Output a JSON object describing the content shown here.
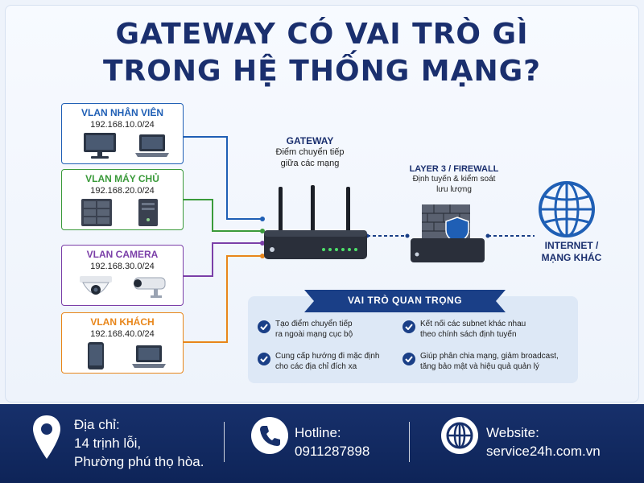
{
  "title": {
    "line1": "GATEWAY CÓ VAI TRÒ GÌ",
    "line2": "TRONG HỆ THỐNG MẠNG?"
  },
  "vlans": [
    {
      "name": "VLAN NHÂN VIÊN",
      "subnet": "192.168.10.0/24",
      "color": "#1f5fb5",
      "devices": [
        "desktop-icon",
        "laptop-icon"
      ]
    },
    {
      "name": "VLAN MÁY CHỦ",
      "subnet": "192.168.20.0/24",
      "color": "#3a9a3a",
      "devices": [
        "server-rack-icon",
        "server-tower-icon"
      ]
    },
    {
      "name": "VLAN CAMERA",
      "subnet": "192.168.30.0/24",
      "color": "#7b3fa8",
      "devices": [
        "dome-camera-icon",
        "bullet-camera-icon"
      ]
    },
    {
      "name": "VLAN KHÁCH",
      "subnet": "192.168.40.0/24",
      "color": "#e8861a",
      "devices": [
        "phone-icon",
        "laptop-icon"
      ]
    }
  ],
  "gateway": {
    "title": "GATEWAY",
    "desc_line1": "Điểm chuyển tiếp",
    "desc_line2": "giữa các mạng"
  },
  "firewall": {
    "title": "LAYER 3 / FIREWALL",
    "desc_line1": "Định tuyến & kiểm soát",
    "desc_line2": "lưu lượng"
  },
  "internet": {
    "line1": "INTERNET /",
    "line2": "MẠNG KHÁC"
  },
  "roles": {
    "heading": "VAI TRÒ QUAN TRỌNG",
    "items": [
      {
        "line1": "Tạo điểm chuyển tiếp",
        "line2": "ra ngoài mạng cục bộ"
      },
      {
        "line1": "Kết nối các subnet khác nhau",
        "line2": "theo chính sách định tuyến"
      },
      {
        "line1": "Cung cấp hướng đi mặc định",
        "line2": "cho các địa chỉ đích xa"
      },
      {
        "line1": "Giúp phân chia mạng, giảm broadcast,",
        "line2": "tăng bảo mật và hiệu quả quản lý"
      }
    ]
  },
  "footer": {
    "address_label": "Địa chỉ:",
    "address_line1": "14 trịnh lỗi,",
    "address_line2": "Phường phú thọ hòa.",
    "hotline_label": "Hotline:",
    "hotline": "0911287898",
    "website_label": "Website:",
    "website": "service24h.com.vn"
  },
  "colors": {
    "navy": "#1a2f6e",
    "footer_bg": "#17306b",
    "accent_blue": "#1f5fb5"
  }
}
